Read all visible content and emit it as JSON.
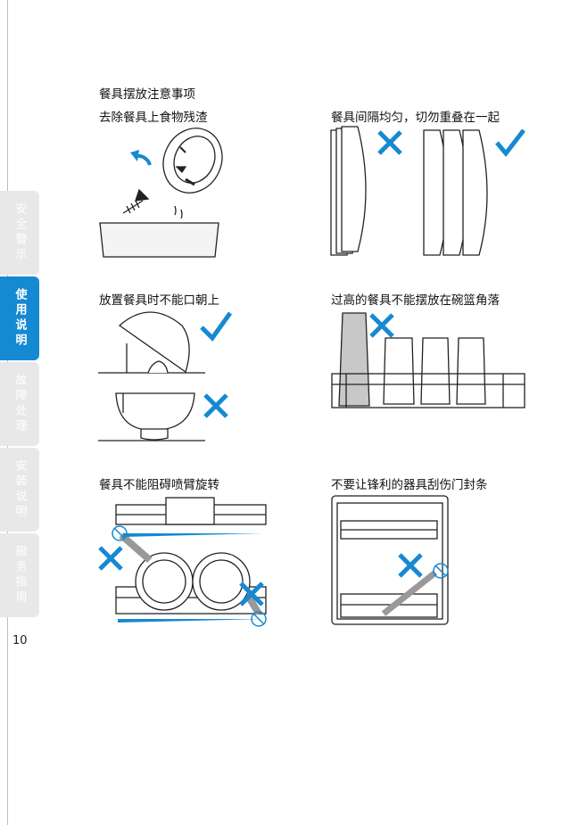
{
  "section_title": "餐具摆放注意事项",
  "side_tabs": [
    {
      "label": "安全警示",
      "active": false
    },
    {
      "label": "使用说明",
      "active": true
    },
    {
      "label": "故障处理",
      "active": false
    },
    {
      "label": "安装说明",
      "active": false
    },
    {
      "label": "服务指南",
      "active": false
    }
  ],
  "captions": {
    "remove_residue": "去除餐具上食物残渣",
    "even_spacing": "餐具间隔均匀，切勿重叠在一起",
    "not_upside_up": "放置餐具时不能口朝上",
    "tall_items": "过高的餐具不能摆放在碗篮角落",
    "spray_arm": "餐具不能阻碍喷臂旋转",
    "sharp_items": "不要让锋利的器具刮伤门封条"
  },
  "page_number": "10",
  "colors": {
    "accent": "#1589d1",
    "tab_inactive": "#e8e8e8",
    "line": "#222222"
  }
}
